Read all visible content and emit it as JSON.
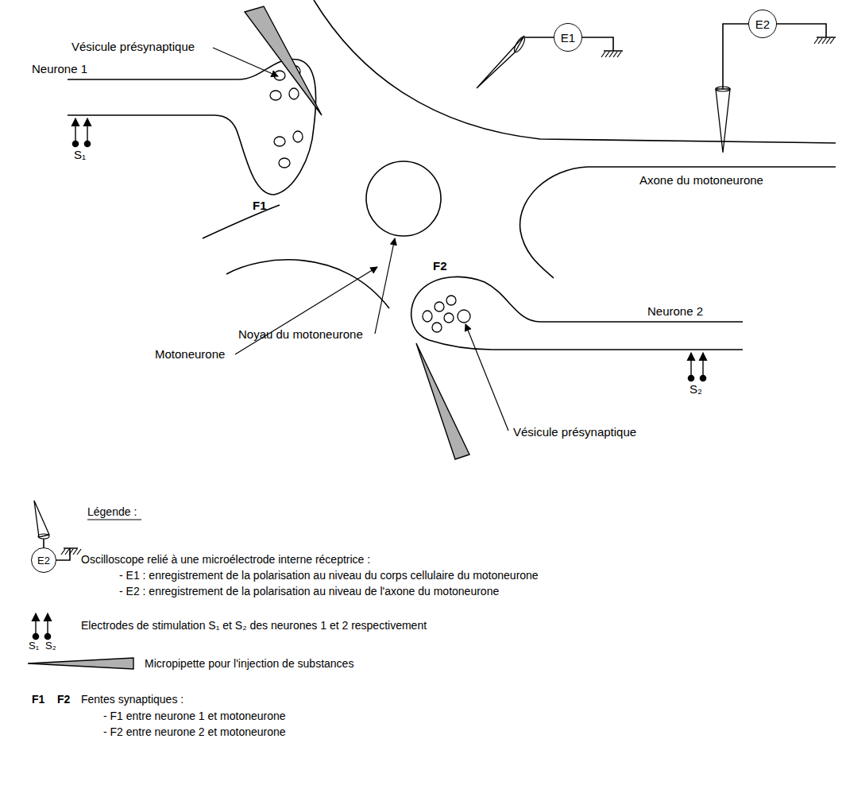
{
  "diagram": {
    "nodes": [
      {
        "text": [
          "E1"
        ]
      },
      {
        "text": [
          "E2"
        ]
      },
      {
        "text": [
          "E2"
        ]
      }
    ],
    "labels": [
      "Vésicule présynaptique",
      "Neurone 1",
      "S₁",
      "F1",
      "Axone du motoneurone",
      "Noyau du motoneurone",
      "Motoneurone",
      "F2",
      "Neurone 2",
      "S₂",
      "Vésicule présynaptique",
      "Légende :",
      "S₁",
      "S₂",
      "F1",
      "F2"
    ],
    "legend": [
      {
        "text": "Oscilloscope relié à une microélectrode interne réceptrice :"
      },
      {
        "text": "- E1 : enregistrement de la polarisation au niveau du corps cellulaire du motoneurone"
      },
      {
        "text": "- E2 : enregistrement de la polarisation au niveau de l'axone du motoneurone"
      },
      {
        "text": "Electrodes de stimulation S₁ et S₂ des neurones 1 et 2 respectivement"
      },
      {
        "text": "Micropipette pour l'injection de substances"
      },
      {
        "text": "Fentes synaptiques :"
      },
      {
        "text": "- F1 entre neurone 1 et motoneurone"
      },
      {
        "text": "- F2 entre neurone 2 et motoneurone"
      }
    ]
  }
}
